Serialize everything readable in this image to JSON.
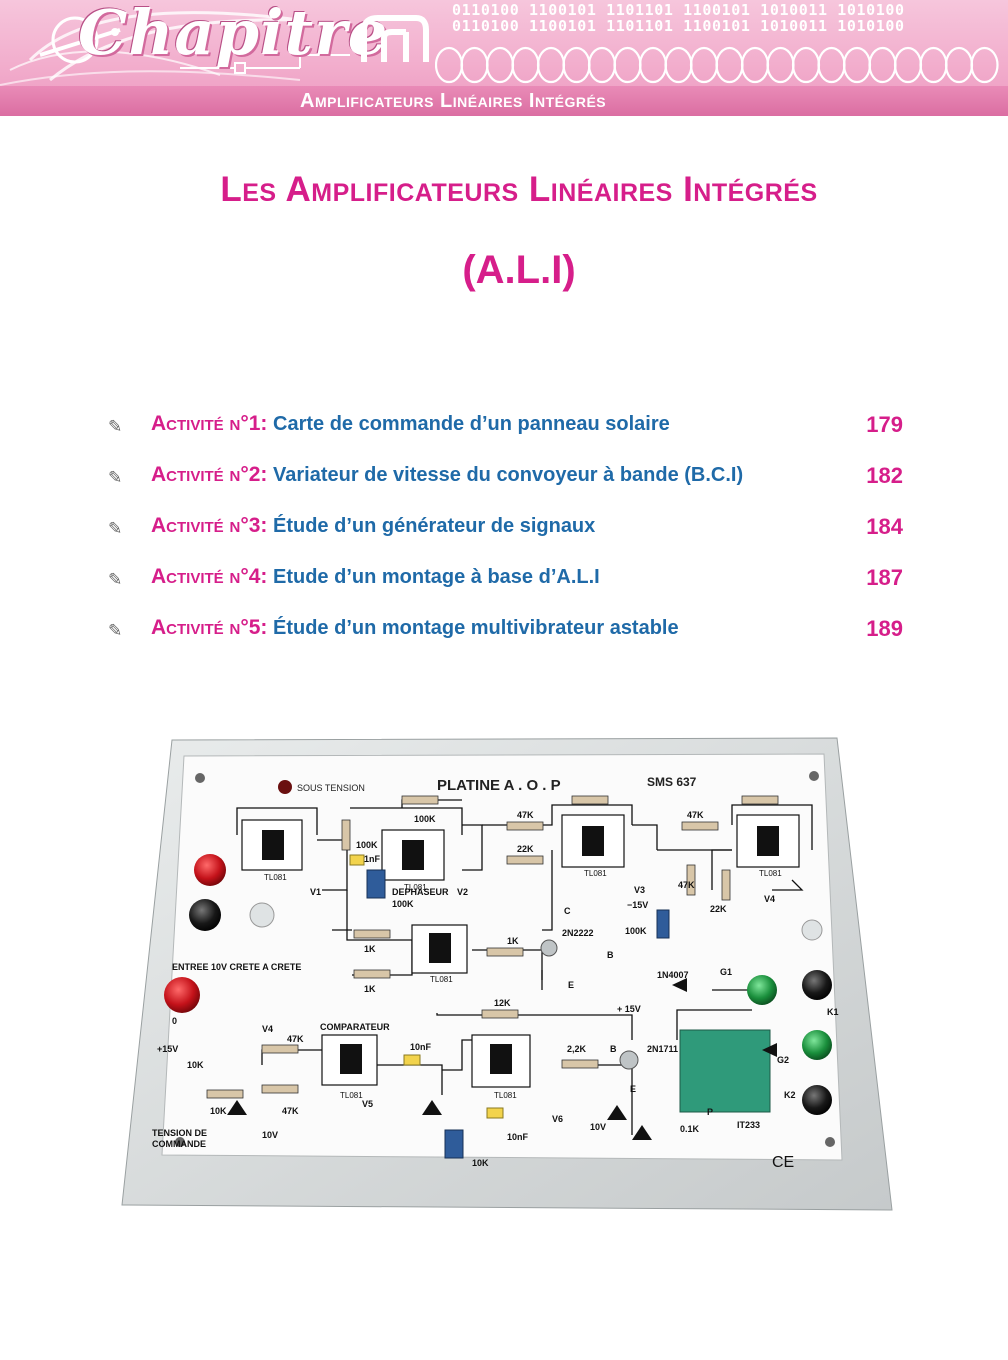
{
  "header": {
    "logo_word": "Chapitre",
    "binary_rows": [
      "0110100 1100101 1101101 1100101 1010011 1010100",
      "0110100 1100101 1101101 1100101 1010011 1010100"
    ],
    "subtitle": "Amplificateurs Linéaires Intégrés"
  },
  "chapter": {
    "title": "Les Amplificateurs Linéaires Intégrés",
    "abbreviation": "(A.L.I)"
  },
  "activities": [
    {
      "label": "Activité n°1:",
      "description": "Carte de commande d’un panneau solaire",
      "page": "179"
    },
    {
      "label": "Activité n°2:",
      "description": "Variateur de vitesse du convoyeur à bande (B.C.I)",
      "page": "182"
    },
    {
      "label": "Activité n°3:",
      "description": "Étude d’un générateur de signaux",
      "page": "184"
    },
    {
      "label": "Activité n°4:",
      "description": "Etude d’un montage à base d’A.L.I",
      "page": "187"
    },
    {
      "label": "Activité n°5:",
      "description": "Étude d’un montage multivibrateur astable",
      "page": "189"
    }
  ],
  "board": {
    "title": "PLATINE  A . O . P",
    "model": "SMS 637",
    "labels": {
      "power_on": "SOUS TENSION",
      "dephaseur": "DEPHASEUR",
      "input": "ENTREE 10V CRETE A CRETE",
      "comparator": "COMPARATEUR",
      "control_voltage": "TENSION DE",
      "control_voltage_2": "COMMANDE",
      "plus15": "+ 15V",
      "minus15": "−15V",
      "plus15b": "+15V",
      "opamp": "TL081",
      "transistor1": "2N2222",
      "transistor2": "2N1711",
      "diode": "1N4007",
      "thyristor": "IT233",
      "r100k": "100K",
      "r47k": "47K",
      "r22k": "22K",
      "r1k": "1K",
      "r10k": "10K",
      "r12k": "12K",
      "r22": "2,2K",
      "r01k": "0.1K",
      "c10nf": "10nF",
      "c1nf": "1nF",
      "z10v": "10V",
      "v1": "V1",
      "v2": "V2",
      "v3": "V3",
      "v4": "V4",
      "v5": "V5",
      "v6": "V6",
      "pin_c": "C",
      "pin_b": "B",
      "pin_e": "E",
      "pin_p": "P",
      "g1": "G1",
      "g2": "G2",
      "k1": "K1",
      "k2": "K2",
      "zero": "0",
      "ce": "CE"
    }
  }
}
